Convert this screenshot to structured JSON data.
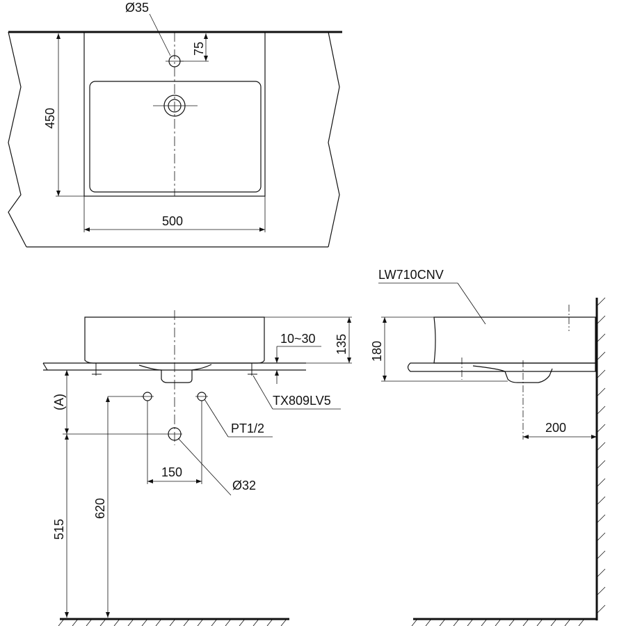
{
  "plan_view": {
    "diameter_top": "Ø35",
    "dim_offset": "75",
    "dim_depth": "450",
    "dim_width": "500"
  },
  "front_view": {
    "dim_height": "135",
    "dim_counter": "10~30",
    "label_mounting": "TX809LV5",
    "label_a": "(A)",
    "label_supply": "PT1/2",
    "dim_spacing": "150",
    "diameter_drain": "Ø32",
    "dim_515": "515",
    "dim_620": "620"
  },
  "side_view": {
    "model": "LW710CNV",
    "dim_height": "180",
    "dim_wall": "200"
  }
}
